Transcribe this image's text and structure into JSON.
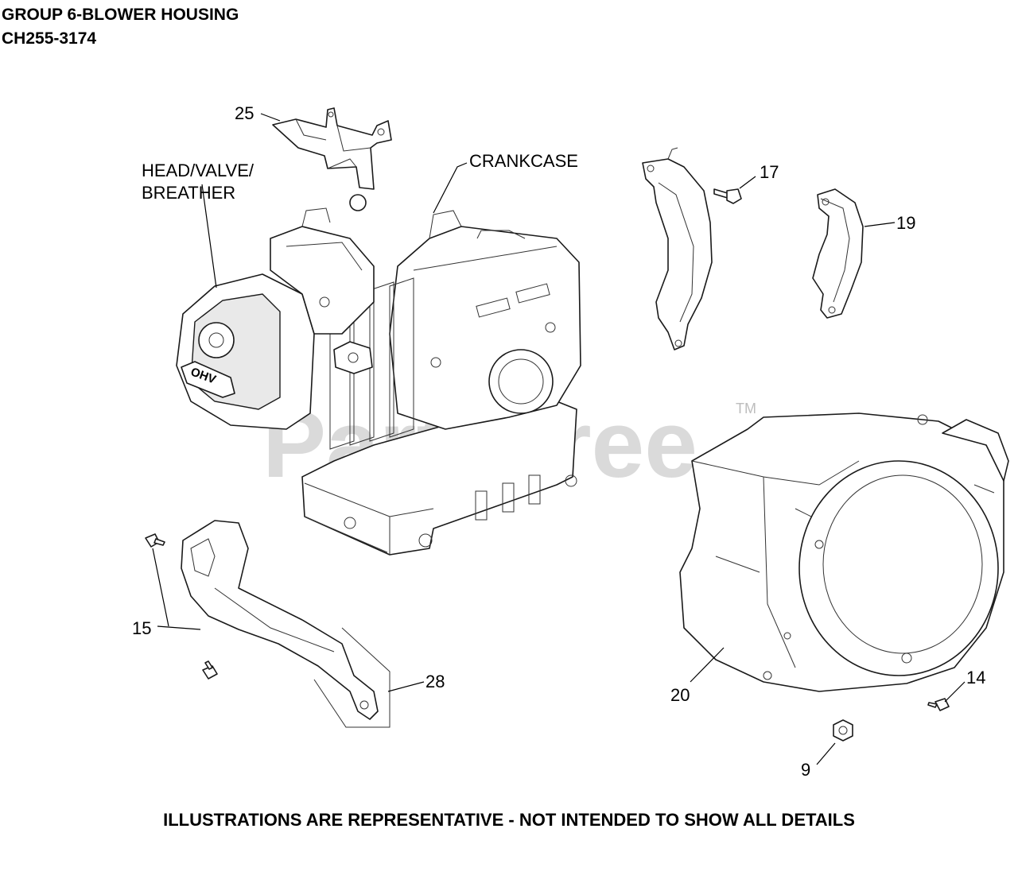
{
  "header": {
    "title": "GROUP 6-BLOWER HOUSING",
    "model": "CH255-3174"
  },
  "labels": {
    "head_valve_breather_1": "HEAD/VALVE/",
    "head_valve_breather_2": "BREATHER",
    "crankcase": "CRANKCASE",
    "engine_badge": "OHV"
  },
  "callouts": {
    "c25": "25",
    "c17": "17",
    "c19": "19",
    "c15": "15",
    "c28": "28",
    "c20": "20",
    "c14": "14",
    "c9": "9"
  },
  "watermark": {
    "text": "PartsTree",
    "tm": "TM"
  },
  "footer": {
    "note": "ILLUSTRATIONS ARE REPRESENTATIVE - NOT INTENDED TO SHOW ALL DETAILS"
  }
}
